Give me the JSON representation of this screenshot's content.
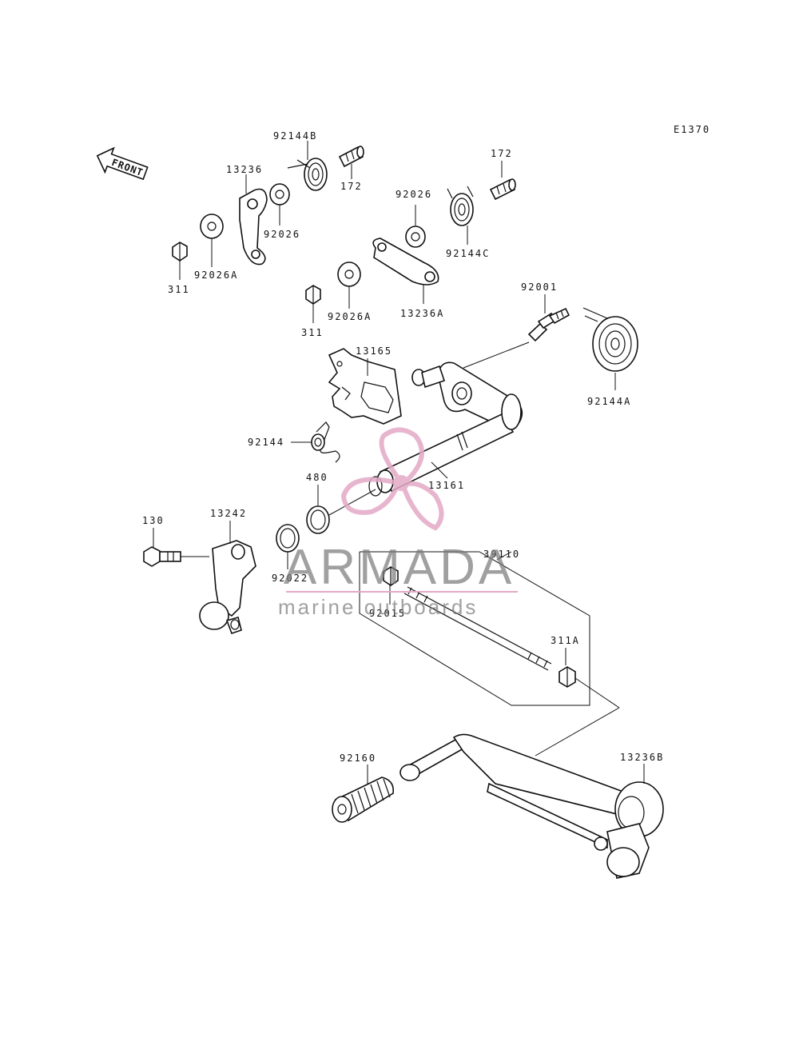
{
  "diagram_code": "E1370",
  "front_label": "FRONT",
  "watermark": {
    "brand": "ARMADA",
    "tagline": "marine outboards",
    "color": "#e3a9c6",
    "text_color": "#777777"
  },
  "parts": {
    "p92144B": "92144B",
    "p172a": "172",
    "p13236": "13236",
    "p92026a": "92026",
    "p92026Aa": "92026A",
    "p311a": "311",
    "p172b": "172",
    "p92026b": "92026",
    "p92144C": "92144C",
    "p92026Ab": "92026A",
    "p311b": "311",
    "p13236A": "13236A",
    "p92001": "92001",
    "p92144A": "92144A",
    "p13165": "13165",
    "p92144": "92144",
    "p480": "480",
    "p13161": "13161",
    "p130": "130",
    "p13242": "13242",
    "p92022": "92022",
    "p39110": "39110",
    "p92015": "92015",
    "p311A": "311A",
    "p92160": "92160",
    "p13236B": "13236B"
  }
}
